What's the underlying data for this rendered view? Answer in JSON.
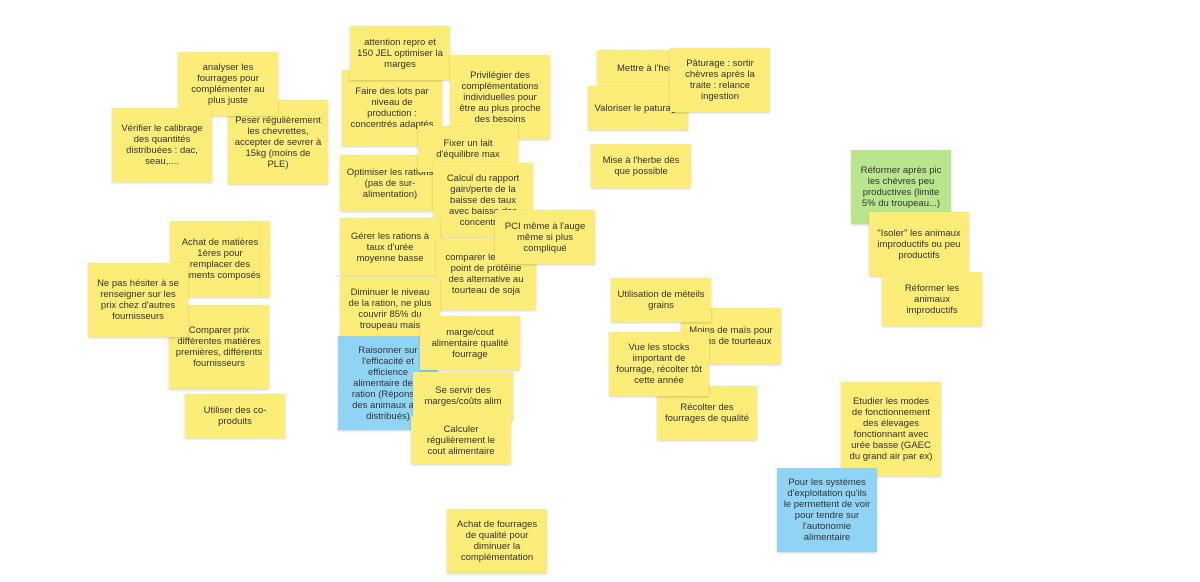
{
  "board": {
    "colors": {
      "yellow": "#fcec78",
      "green": "#b9e58c",
      "blue": "#8fd4f5"
    },
    "notes": [
      {
        "id": "n1",
        "text": "attention repro et 150 JEL optimiser la marges",
        "color": "yellow"
      },
      {
        "id": "n2",
        "text": "analyser les fourrages pour complémenter au plus juste",
        "color": "yellow"
      },
      {
        "id": "n3",
        "text": "Vérifier le calibrage des quantités distribuées : dac, seau,....",
        "color": "yellow"
      },
      {
        "id": "n4",
        "text": "Peser régulièrement les chevrettes, accepter de sevrer à 15kg (moins de PLE)",
        "color": "yellow"
      },
      {
        "id": "n5",
        "text": "Faire des lots par niveau de production : concentrés adaptés",
        "color": "yellow"
      },
      {
        "id": "n6",
        "text": "Privilégier des complémentations individuelles pour être au plus proche des besoins",
        "color": "yellow"
      },
      {
        "id": "n7",
        "text": "Fixer un lait d'équilibre max",
        "color": "yellow"
      },
      {
        "id": "n8",
        "text": "Optimiser les rations (pas de sur-alimentation)",
        "color": "yellow"
      },
      {
        "id": "n9",
        "text": "Calcul du rapport gain/perte de la baisse des taux avec baisse des concentrés",
        "color": "yellow"
      },
      {
        "id": "n10",
        "text": "Gérer les rations à taux d'urée moyenne basse",
        "color": "yellow"
      },
      {
        "id": "n11",
        "text": "PCI même à l'auge même si plus compliqué",
        "color": "yellow"
      },
      {
        "id": "n12",
        "text": "comparer le prix du point de protéine des alternative au tourteau de soja",
        "color": "yellow"
      },
      {
        "id": "n13",
        "text": "Diminuer le niveau de la ration, ne plus couvrir 85% du troupeau mais",
        "color": "yellow"
      },
      {
        "id": "n14",
        "text": "marge/cout alimentaire qualité fourrage",
        "color": "yellow"
      },
      {
        "id": "n15",
        "text": "Raisonner sur l'efficacité et efficience alimentaire de la ration (Réponses des animaux aux distribués)",
        "color": "blue"
      },
      {
        "id": "n16",
        "text": "Se servir des marges/coûts alim",
        "color": "yellow"
      },
      {
        "id": "n17",
        "text": "Calculer régulièrement le cout alimentaire",
        "color": "yellow"
      },
      {
        "id": "n18",
        "text": "Achat de matières 1ères pour remplacer des aliments composés",
        "color": "yellow"
      },
      {
        "id": "n19",
        "text": "Ne pas hésiter à se renseigner sur les prix chez d'autres fournisseurs",
        "color": "yellow"
      },
      {
        "id": "n20",
        "text": "Comparer prix différentes matières premières, différents fournisseurs",
        "color": "yellow"
      },
      {
        "id": "n21",
        "text": "Utiliser des co-produits",
        "color": "yellow"
      },
      {
        "id": "n22",
        "text": "Mettre à l'herbe",
        "color": "yellow"
      },
      {
        "id": "n23",
        "text": "Pâturage : sortir chèvres après la traite : relance ingestion",
        "color": "yellow"
      },
      {
        "id": "n24",
        "text": "Valoriser le paturage",
        "color": "yellow"
      },
      {
        "id": "n25",
        "text": "Mise à l'herbe dès que possible",
        "color": "yellow"
      },
      {
        "id": "n26",
        "text": "Réformer après pic les chèvres peu productives (limite 5% du troupeau...)",
        "color": "green"
      },
      {
        "id": "n27",
        "text": "\"Isoler\" les animaux improductifs ou peu productifs",
        "color": "yellow"
      },
      {
        "id": "n28",
        "text": "Réformer les animaux improductifs",
        "color": "yellow"
      },
      {
        "id": "n29",
        "text": "Utilisation de méteils grains",
        "color": "yellow"
      },
      {
        "id": "n30",
        "text": "Moins de maïs pour moins de tourteaux",
        "color": "yellow"
      },
      {
        "id": "n31",
        "text": "Vue les stocks important de fourrage, récolter tôt cette année",
        "color": "yellow"
      },
      {
        "id": "n32",
        "text": "Récolter des fourrages de qualité",
        "color": "yellow"
      },
      {
        "id": "n33",
        "text": "Etudier les modes de fonctionnement des élevages fonctionnant avec urée basse (GAEC du grand air par ex)",
        "color": "yellow"
      },
      {
        "id": "n34",
        "text": "Pour les systèmes d'exploitation qu'ils le permettent de voir pour tendre sur l'autonomie alimentaire",
        "color": "blue"
      },
      {
        "id": "n35",
        "text": "Achat de fourrages de qualité pour diminuer la complémentation",
        "color": "yellow"
      }
    ]
  }
}
